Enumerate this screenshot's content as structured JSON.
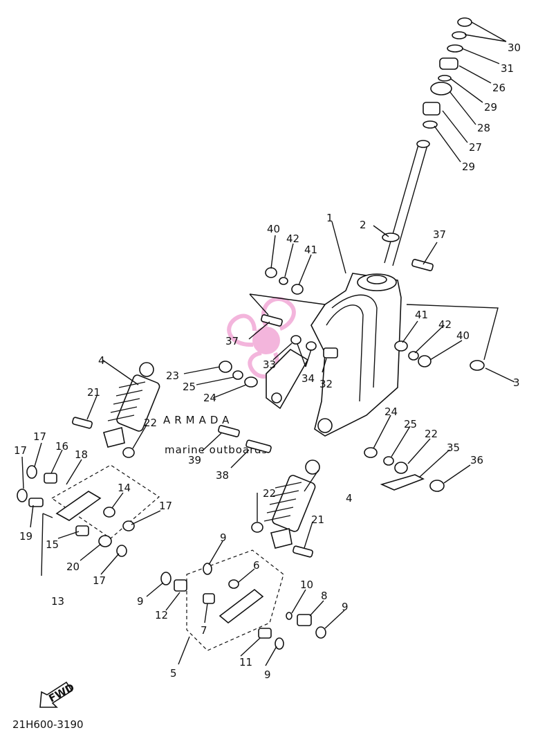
{
  "watermark": {
    "brand": "ARMADA",
    "tagline": "marine outboards",
    "logo_color": "#f2a9d6"
  },
  "diagram_code": "21H600-3190",
  "fwd_label": "FWD",
  "callouts": [
    {
      "id": "c30",
      "label": "30"
    },
    {
      "id": "c31",
      "label": "31"
    },
    {
      "id": "c26",
      "label": "26"
    },
    {
      "id": "c29a",
      "label": "29"
    },
    {
      "id": "c28",
      "label": "28"
    },
    {
      "id": "c27",
      "label": "27"
    },
    {
      "id": "c29b",
      "label": "29"
    },
    {
      "id": "c1",
      "label": "1"
    },
    {
      "id": "c2",
      "label": "2"
    },
    {
      "id": "c37a",
      "label": "37"
    },
    {
      "id": "c40a",
      "label": "40"
    },
    {
      "id": "c42a",
      "label": "42"
    },
    {
      "id": "c41a",
      "label": "41"
    },
    {
      "id": "c37b",
      "label": "37"
    },
    {
      "id": "c33",
      "label": "33"
    },
    {
      "id": "c34",
      "label": "34"
    },
    {
      "id": "c32",
      "label": "32"
    },
    {
      "id": "c41b",
      "label": "41"
    },
    {
      "id": "c42b",
      "label": "42"
    },
    {
      "id": "c40b",
      "label": "40"
    },
    {
      "id": "c3",
      "label": "3"
    },
    {
      "id": "c4a",
      "label": "4"
    },
    {
      "id": "c21a",
      "label": "21"
    },
    {
      "id": "c22a",
      "label": "22"
    },
    {
      "id": "c23",
      "label": "23"
    },
    {
      "id": "c25a",
      "label": "25"
    },
    {
      "id": "c24a",
      "label": "24"
    },
    {
      "id": "c24b",
      "label": "24"
    },
    {
      "id": "c25b",
      "label": "25"
    },
    {
      "id": "c22b",
      "label": "22"
    },
    {
      "id": "c35",
      "label": "35"
    },
    {
      "id": "c36",
      "label": "36"
    },
    {
      "id": "c39",
      "label": "39"
    },
    {
      "id": "c38",
      "label": "38"
    },
    {
      "id": "c17a",
      "label": "17"
    },
    {
      "id": "c17b",
      "label": "17"
    },
    {
      "id": "c16",
      "label": "16"
    },
    {
      "id": "c18",
      "label": "18"
    },
    {
      "id": "c14",
      "label": "14"
    },
    {
      "id": "c17c",
      "label": "17"
    },
    {
      "id": "c19",
      "label": "19"
    },
    {
      "id": "c15",
      "label": "15"
    },
    {
      "id": "c20",
      "label": "20"
    },
    {
      "id": "c17d",
      "label": "17"
    },
    {
      "id": "c13",
      "label": "13"
    },
    {
      "id": "c4b",
      "label": "4"
    },
    {
      "id": "c22c",
      "label": "22"
    },
    {
      "id": "c21b",
      "label": "21"
    },
    {
      "id": "c9a",
      "label": "9"
    },
    {
      "id": "c6",
      "label": "6"
    },
    {
      "id": "c10",
      "label": "10"
    },
    {
      "id": "c8",
      "label": "8"
    },
    {
      "id": "c9b",
      "label": "9"
    },
    {
      "id": "c9c",
      "label": "9"
    },
    {
      "id": "c12",
      "label": "12"
    },
    {
      "id": "c7",
      "label": "7"
    },
    {
      "id": "c11",
      "label": "11"
    },
    {
      "id": "c9d",
      "label": "9"
    },
    {
      "id": "c5",
      "label": "5"
    }
  ]
}
